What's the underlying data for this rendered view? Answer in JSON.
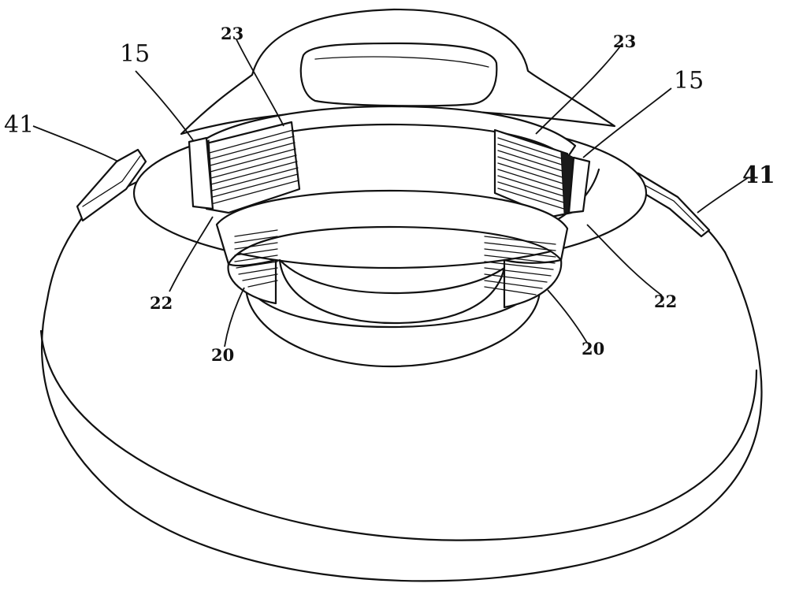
{
  "figure": {
    "labels": {
      "ref_41_left": "41",
      "ref_15_left": "15",
      "ref_23_left": "23",
      "ref_23_right": "23",
      "ref_15_right": "15",
      "ref_41_right": "41",
      "ref_22_left": "22",
      "ref_20_left": "20",
      "ref_20_right": "20",
      "ref_22_right": "22"
    }
  }
}
